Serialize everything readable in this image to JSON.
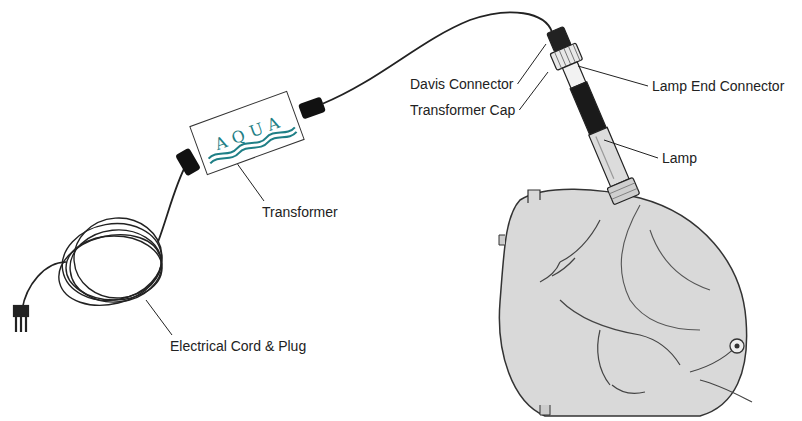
{
  "diagram": {
    "nodes": [
      {
        "text": [
          "AQUA"
        ]
      }
    ],
    "labels": [
      "Davis Connector",
      "Lamp End Connector",
      "Transformer Cap",
      "Lamp",
      "Transformer",
      "Electrical Cord & Plug"
    ]
  }
}
